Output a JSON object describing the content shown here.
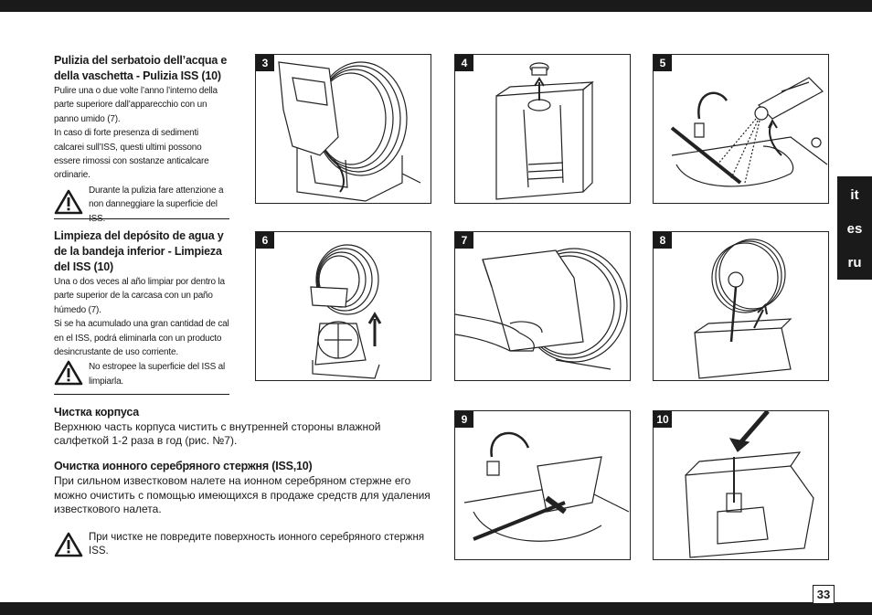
{
  "italian": {
    "heading": "Pulizia del serbatoio dell’acqua e della vaschetta - Pulizia ISS (10)",
    "para1": "Pulire una o due volte l’anno l’interno della parte superiore dall’apparecchio con un panno umido (7).",
    "para2": "In caso di forte presenza di sedimenti calcarei sull’ISS, questi ultimi possono essere rimossi con sostanze anticalcare ordinarie.",
    "warning": "Durante la pulizia fare attenzione a non danneggiare la superficie del ISS."
  },
  "spanish": {
    "heading": "Limpieza del depósito de agua y de la bandeja inferior - Limpieza del ISS (10)",
    "para1": "Una o dos veces al año limpiar por dentro la parte superior de la carcasa con un paño húmedo (7).",
    "para2": "Si se ha acumulado una gran cantidad de cal en el ISS, podrá eliminarla con un producto desincrustante de uso corriente.",
    "warning": "No estropee la superficie del ISS al limpiarla."
  },
  "russian": {
    "heading1": "Чистка корпуса",
    "para1": "Верхнюю часть корпуса чистить с внутренней стороны влажной салфеткой 1-2 раза в год (рис. №7).",
    "heading2": "Очистка ионного серебряного стержня (ISS,10)",
    "para2": "При сильном известковом налете на ионном серебряном стержне его можно очистить с помощью имеющихся в продаже средств для удаления известкового налета.",
    "warning": "При чистке не повредите поверхность ионного серебряного стержня ISS."
  },
  "warning_icon": "warning-triangle-icon",
  "figures": [
    {
      "num": "3",
      "subject": "humidifier-disc-stack"
    },
    {
      "num": "4",
      "subject": "water-tank-cap"
    },
    {
      "num": "5",
      "subject": "sink-rinse-cap"
    },
    {
      "num": "6",
      "subject": "lift-disc-stack"
    },
    {
      "num": "7",
      "subject": "wipe-housing"
    },
    {
      "num": "8",
      "subject": "remove-disc-stack"
    },
    {
      "num": "9",
      "subject": "brush-tray-in-sink"
    },
    {
      "num": "10",
      "subject": "iss-rod-in-tray"
    }
  ],
  "languages": [
    "it",
    "es",
    "ru"
  ],
  "page_number": "33"
}
